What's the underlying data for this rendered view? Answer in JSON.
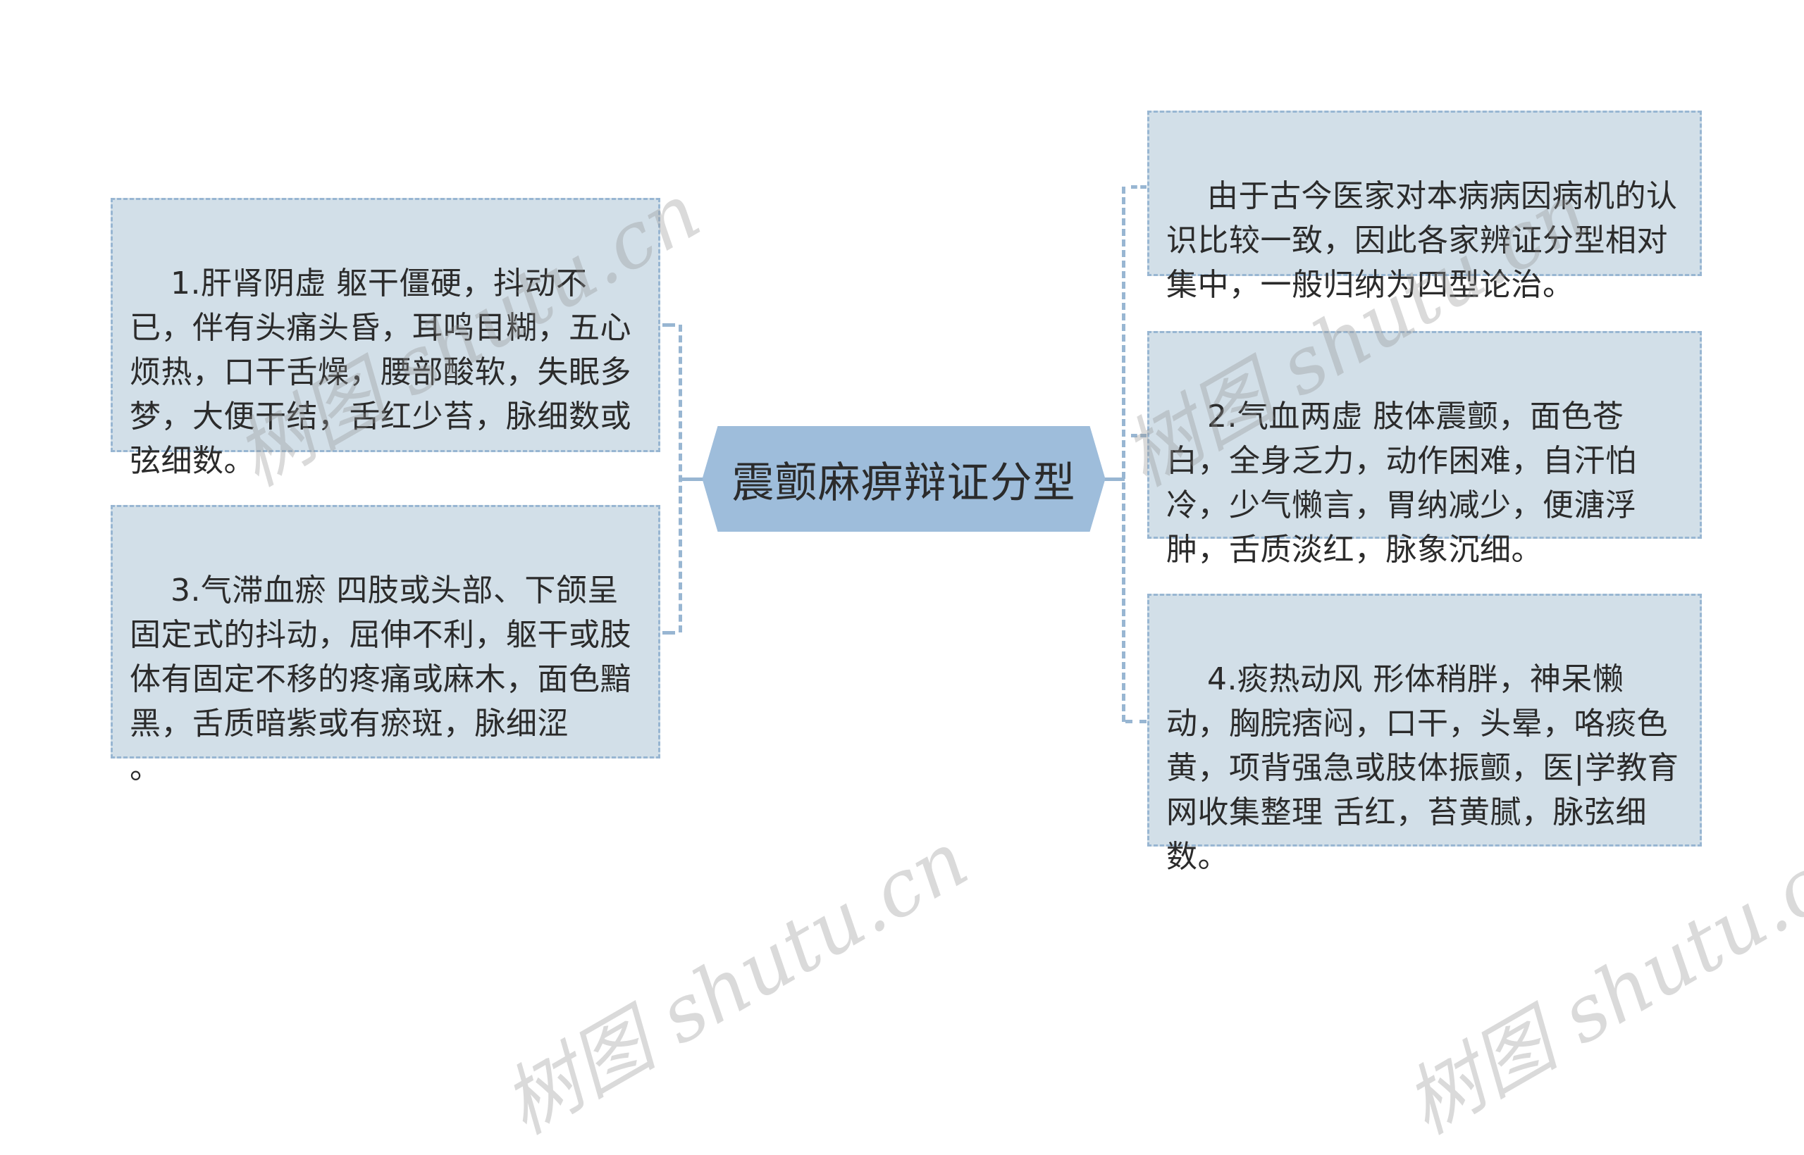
{
  "diagram": {
    "type": "mind-map",
    "central_topic": "震颤麻痹辩证分型",
    "left_branches": [
      {
        "id": "type-1",
        "text": "1.肝肾阴虚 躯干僵硬，抖动不已，伴有头痛头昏，耳鸣目糊，五心烦热，口干舌燥，腰部酸软，失眠多梦，大便干结，舌红少苔，脉细数或弦细数。"
      },
      {
        "id": "type-3",
        "text": "3.气滞血瘀 四肢或头部、下颌呈固定式的抖动，屈伸不利，躯干或肢体有固定不移的疼痛或麻木，面色黯黑，舌质暗紫或有瘀斑，脉细涩\n。"
      }
    ],
    "right_branches": [
      {
        "id": "intro",
        "text": "由于古今医家对本病病因病机的认识比较一致，因此各家辨证分型相对集中，一般归纳为四型论治。"
      },
      {
        "id": "type-2",
        "text": "2.气血两虚 肢体震颤，面色苍白，全身乏力，动作困难，自汗怕冷，少气懒言，胃纳减少，便溏浮肿，舌质淡红，脉象沉细。"
      },
      {
        "id": "type-4",
        "text": "4.痰热动风 形体稍胖，神呆懒动，胸脘痞闷，口干，头晕，咯痰色黄，项背强急或肢体振颤，医|学教育网收集整理 舌红，苔黄腻，脉弦细数。"
      }
    ]
  },
  "watermark": {
    "text": "树图 shutu.cn"
  },
  "colors": {
    "node_fill": "#d2dfe8",
    "node_border": "#98b6d2",
    "center_fill": "#9ebddb",
    "connector": "#98b6d2",
    "text": "#2b2b2b",
    "background": "#ffffff"
  }
}
